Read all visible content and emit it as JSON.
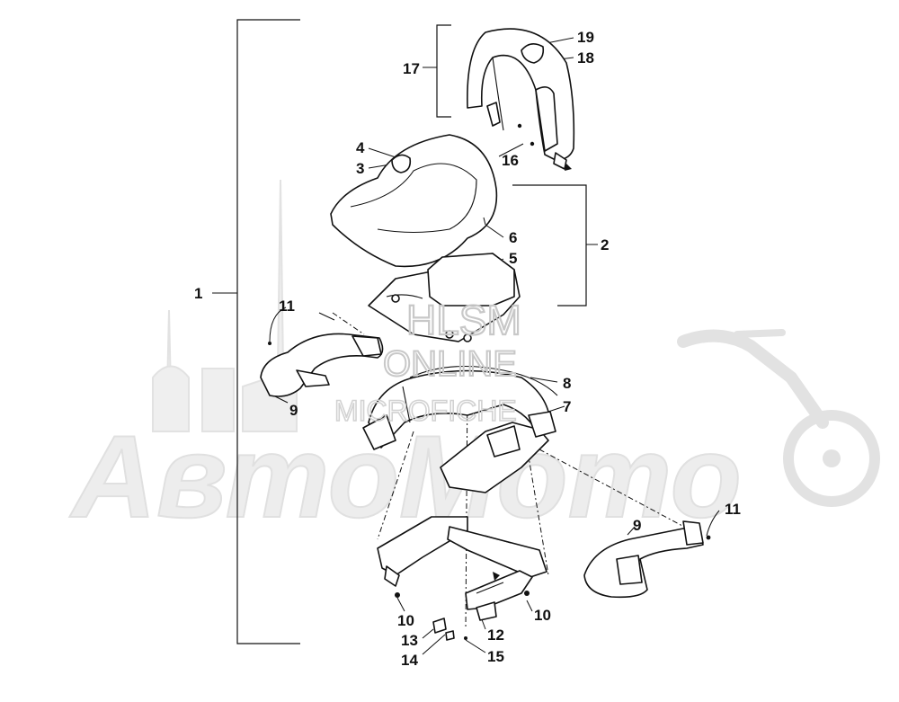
{
  "watermark": {
    "line1": "HLSM",
    "line2": "ONLINE",
    "line3": "MICROFICHE",
    "brand": "АвтоМото"
  },
  "callouts": [
    {
      "id": "1",
      "label": "1"
    },
    {
      "id": "2",
      "label": "2"
    },
    {
      "id": "3",
      "label": "3"
    },
    {
      "id": "4",
      "label": "4"
    },
    {
      "id": "5",
      "label": "5"
    },
    {
      "id": "6",
      "label": "6"
    },
    {
      "id": "7",
      "label": "7"
    },
    {
      "id": "8",
      "label": "8"
    },
    {
      "id": "9a",
      "label": "9"
    },
    {
      "id": "9b",
      "label": "9"
    },
    {
      "id": "10a",
      "label": "10"
    },
    {
      "id": "10b",
      "label": "10"
    },
    {
      "id": "11a",
      "label": "11"
    },
    {
      "id": "11b",
      "label": "11"
    },
    {
      "id": "12",
      "label": "12"
    },
    {
      "id": "13",
      "label": "13"
    },
    {
      "id": "14",
      "label": "14"
    },
    {
      "id": "15",
      "label": "15"
    },
    {
      "id": "16",
      "label": "16"
    },
    {
      "id": "17",
      "label": "17"
    },
    {
      "id": "18",
      "label": "18"
    },
    {
      "id": "19",
      "label": "19"
    }
  ]
}
